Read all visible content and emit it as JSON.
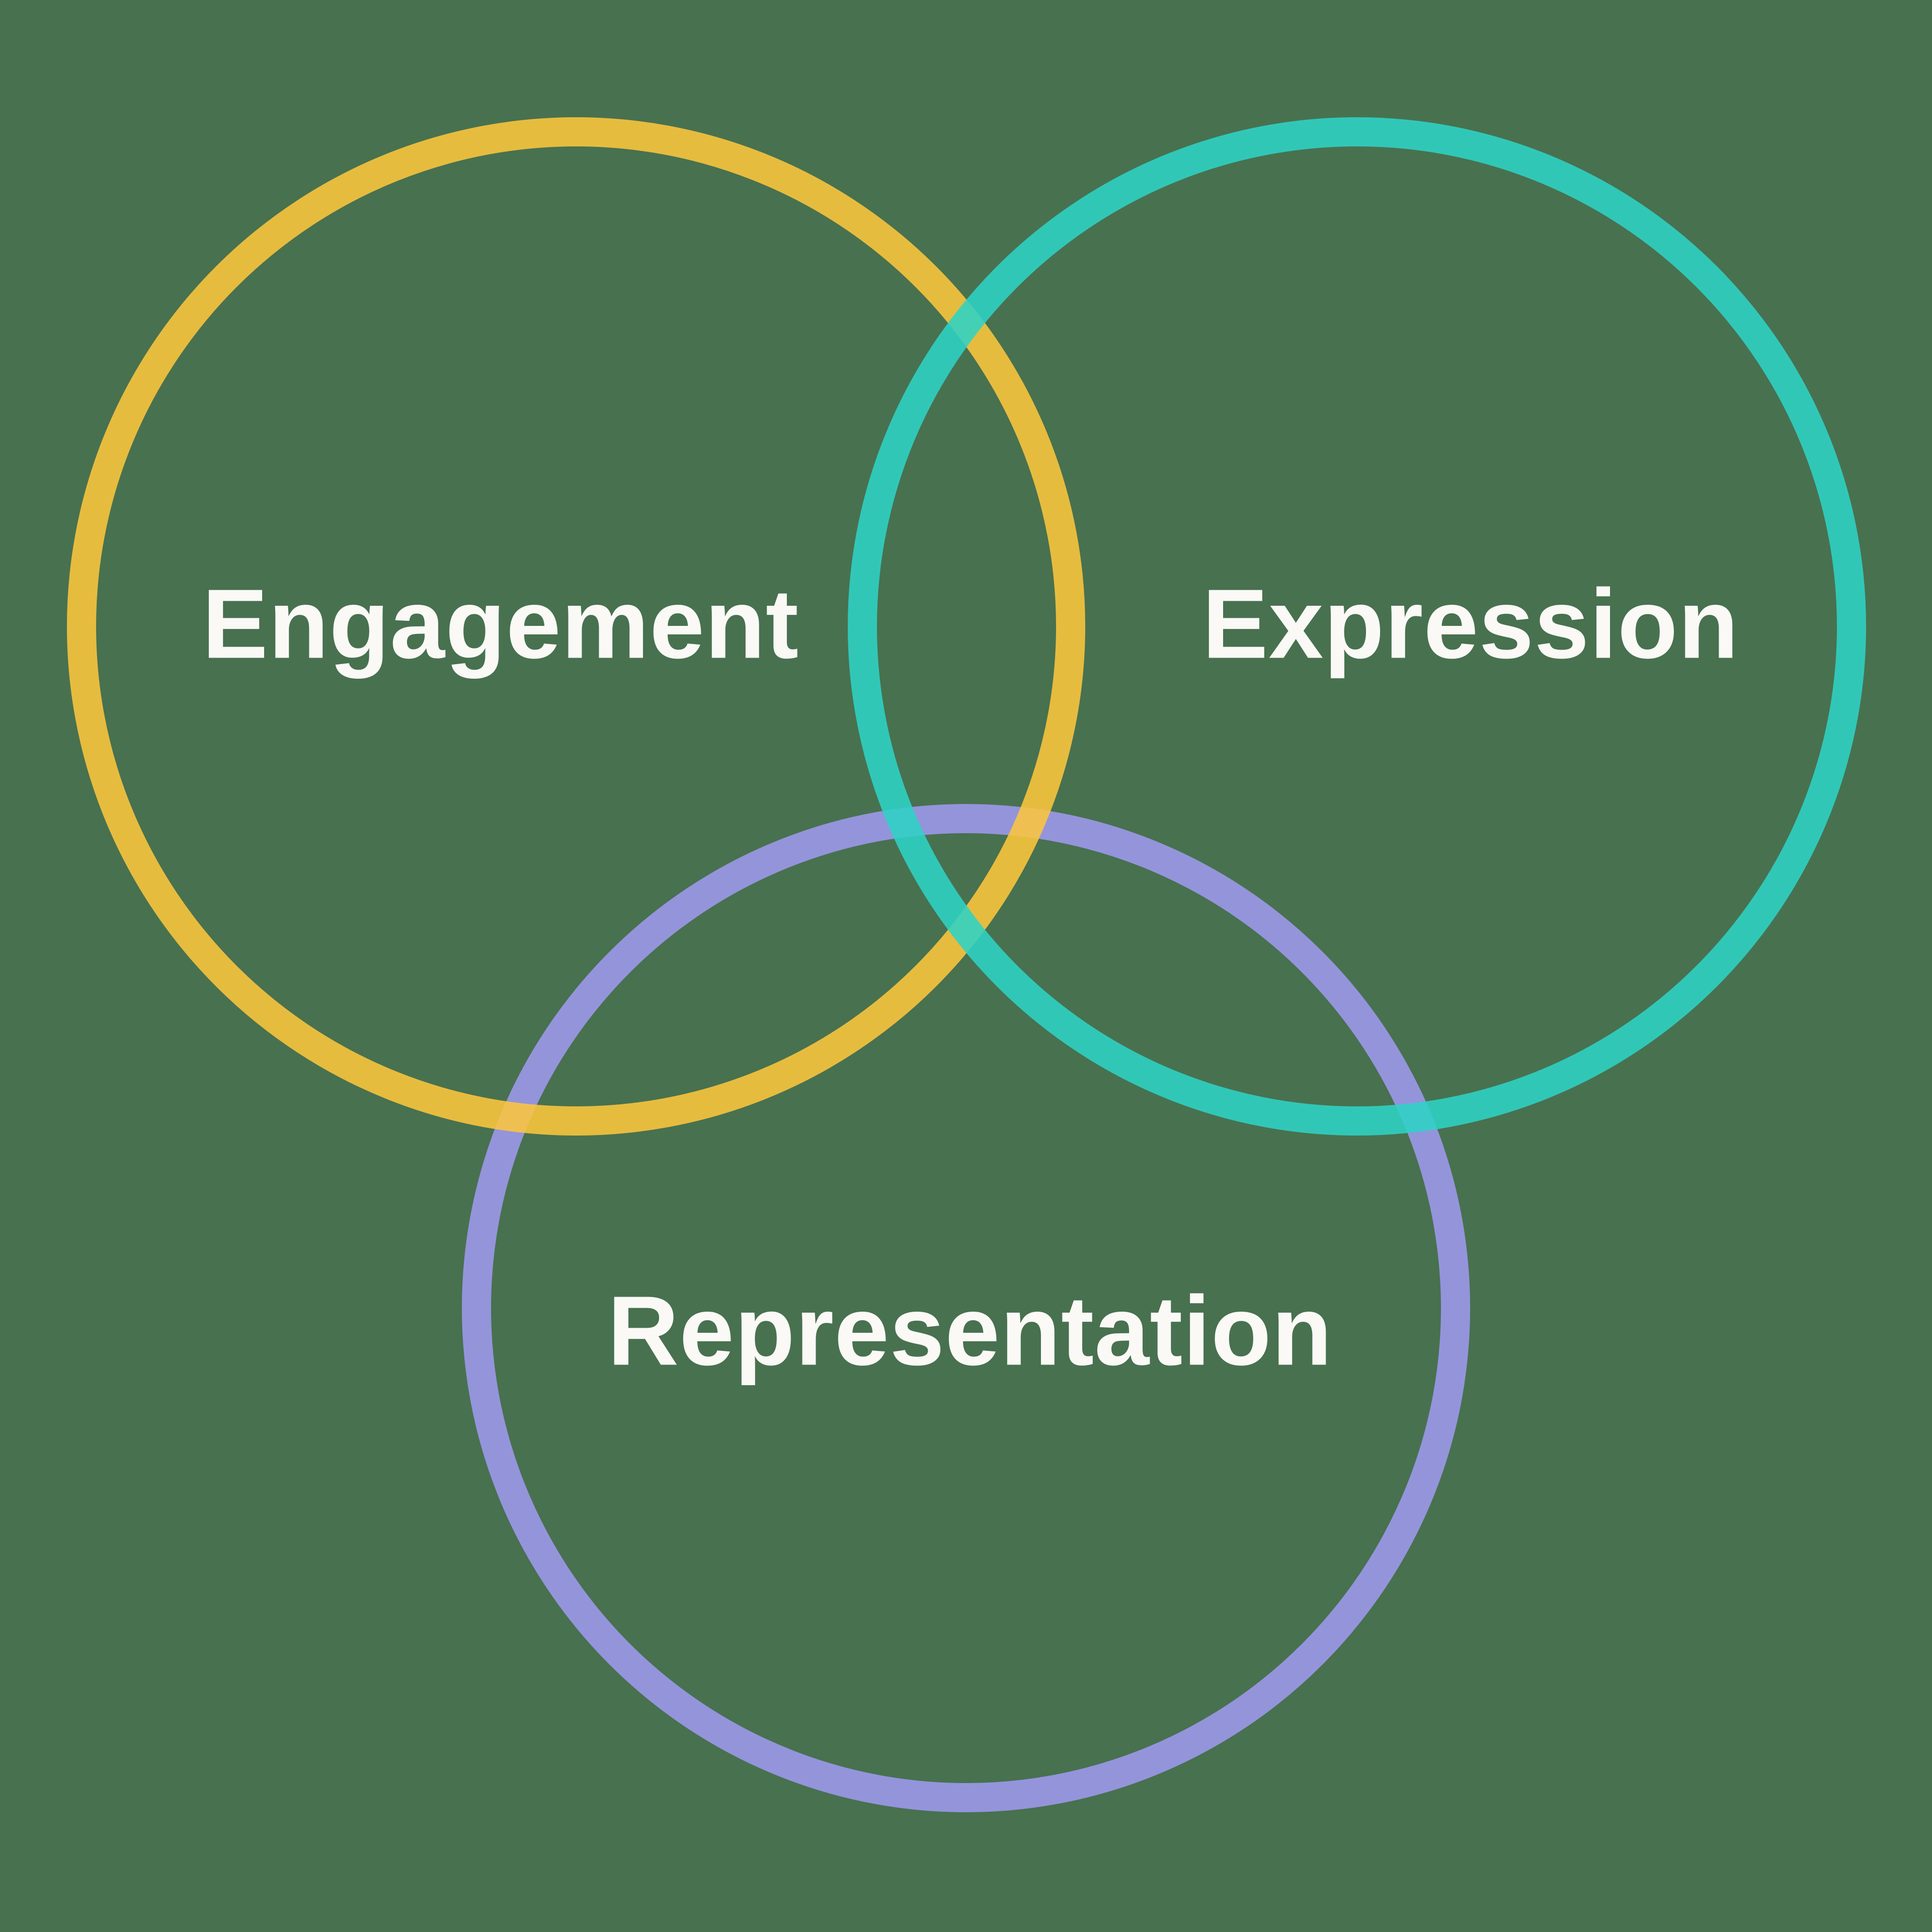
{
  "background_color": "#48714F",
  "venn": {
    "text_color": "#FAF9F6",
    "circles": [
      {
        "id": "engagement",
        "label": "Engagement",
        "color": "#FCC63D"
      },
      {
        "id": "expression",
        "label": "Expression",
        "color": "#2ED3C6"
      },
      {
        "id": "representation",
        "label": "Representation",
        "color": "#9E98EF"
      }
    ]
  }
}
